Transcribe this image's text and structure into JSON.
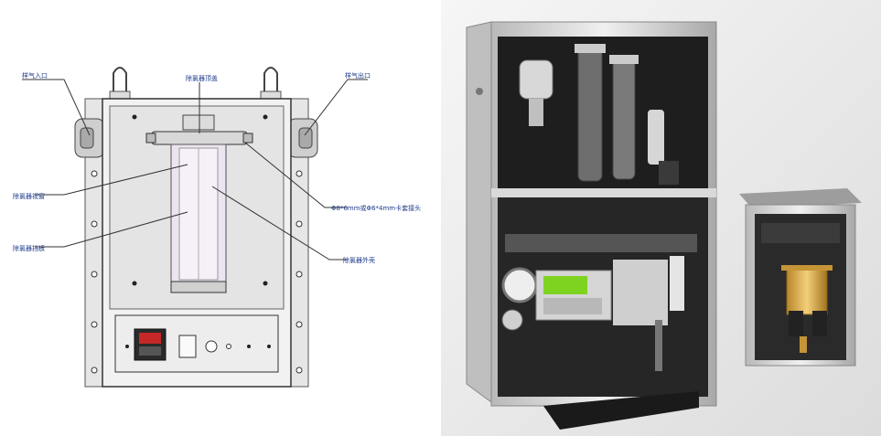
{
  "drawing": {
    "labels": {
      "inlet": "样气入口",
      "outlet": "样气出口",
      "top_cap": "除氯器顶盖",
      "sight_tube": "除氯器视窗",
      "baffle": "除氯器挡板",
      "fitting": "Φ8*6mm或Φ6*4mm卡套接头",
      "shell": "除氯器外壳"
    }
  }
}
